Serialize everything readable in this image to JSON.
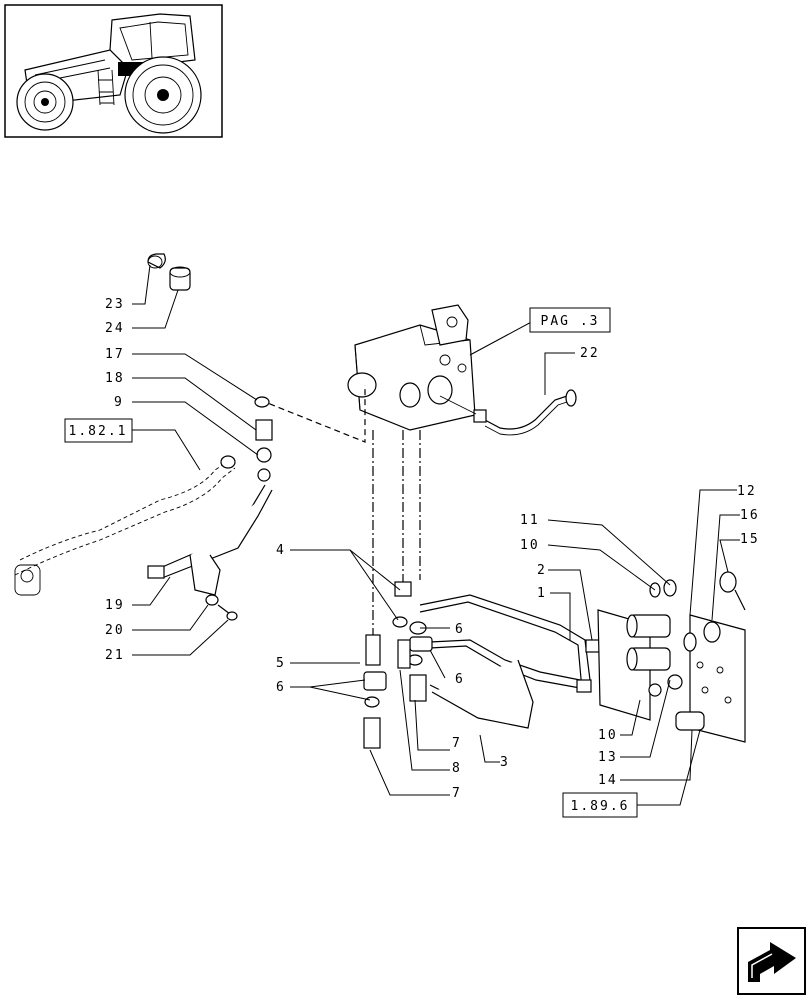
{
  "callouts": {
    "n1": "1",
    "n2": "2",
    "n3": "3",
    "n4": "4",
    "n5": "5",
    "n6a": "6",
    "n6b": "6",
    "n6c": "6",
    "n7a": "7",
    "n7b": "7",
    "n8": "8",
    "n9": "9",
    "n10a": "10",
    "n10b": "10",
    "n11": "11",
    "n12": "12",
    "n13": "13",
    "n14": "14",
    "n15": "15",
    "n16": "16",
    "n17": "17",
    "n18": "18",
    "n19": "19",
    "n20": "20",
    "n21": "21",
    "n22": "22",
    "n23": "23",
    "n24": "24"
  },
  "references": {
    "pag": "PAG .3",
    "ref_1821": "1.82.1",
    "ref_1896": "1.89.6"
  },
  "icons": [
    "tractor-thumbnail",
    "next-page-arrow-icon"
  ]
}
